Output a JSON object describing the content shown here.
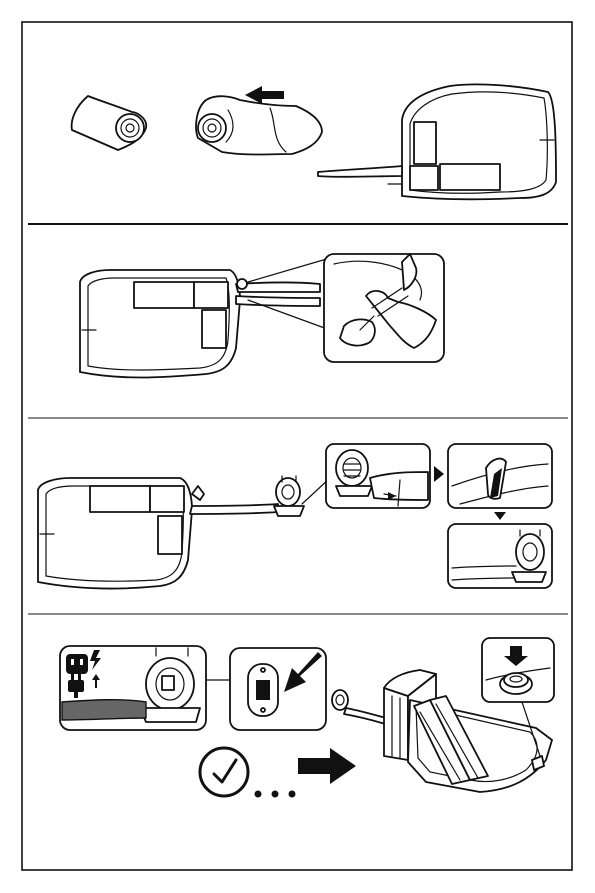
{
  "document": {
    "type": "assembly-instructions",
    "steps": [
      {
        "id": "unroll",
        "depicts": [
          "rolled-product",
          "unrolling-product",
          "spread-product-outline"
        ]
      },
      {
        "id": "open-inflation-tube",
        "depicts": [
          "flat-product-with-tube",
          "hands-untying-tube-detail"
        ]
      },
      {
        "id": "attach-blower",
        "depicts": [
          "product-connected-to-blower",
          "blower-tube-insert-detail",
          "strap-tightening-detail",
          "secured-blower-detail"
        ]
      },
      {
        "id": "power-and-inflate",
        "depicts": [
          "plug-into-outlet-detail",
          "power-switch-on-detail",
          "elapsed-time-clock",
          "inflated-slide",
          "closed-drain-valve-detail"
        ]
      }
    ],
    "icons": [
      "arrow-left-icon",
      "arrow-right-icon",
      "arrow-down-icon",
      "outlet-power-icon",
      "plug-up-icon",
      "clock-icon",
      "ellipsis-icon"
    ],
    "colors": {
      "line": "#111111",
      "background": "#ffffff",
      "tube-shade": "#666666"
    }
  }
}
